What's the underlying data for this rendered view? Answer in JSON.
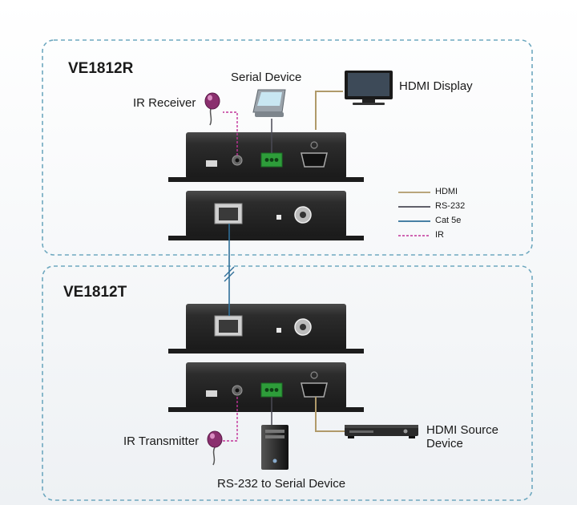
{
  "receiver": {
    "model": "VE1812R",
    "ir_label": "IR Receiver",
    "serial_label": "Serial Device",
    "hdmi_label": "HDMI Display"
  },
  "transmitter": {
    "model": "VE1812T",
    "ir_label": "IR Transmitter",
    "serial_label": "RS-232 to Serial Device",
    "source_label": "HDMI Source Device"
  },
  "legend": [
    {
      "label": "HDMI",
      "color": "#b09a6a",
      "dashed": false
    },
    {
      "label": "RS-232",
      "color": "#4a4a55",
      "dashed": false
    },
    {
      "label": "Cat 5e",
      "color": "#2f6f99",
      "dashed": false
    },
    {
      "label": "IR",
      "color": "#c2349a",
      "dashed": true
    }
  ],
  "colors": {
    "box_dash": "#6ea8bf",
    "device_body": "#2b2b2b",
    "terminal_green": "#2e9d3a"
  }
}
